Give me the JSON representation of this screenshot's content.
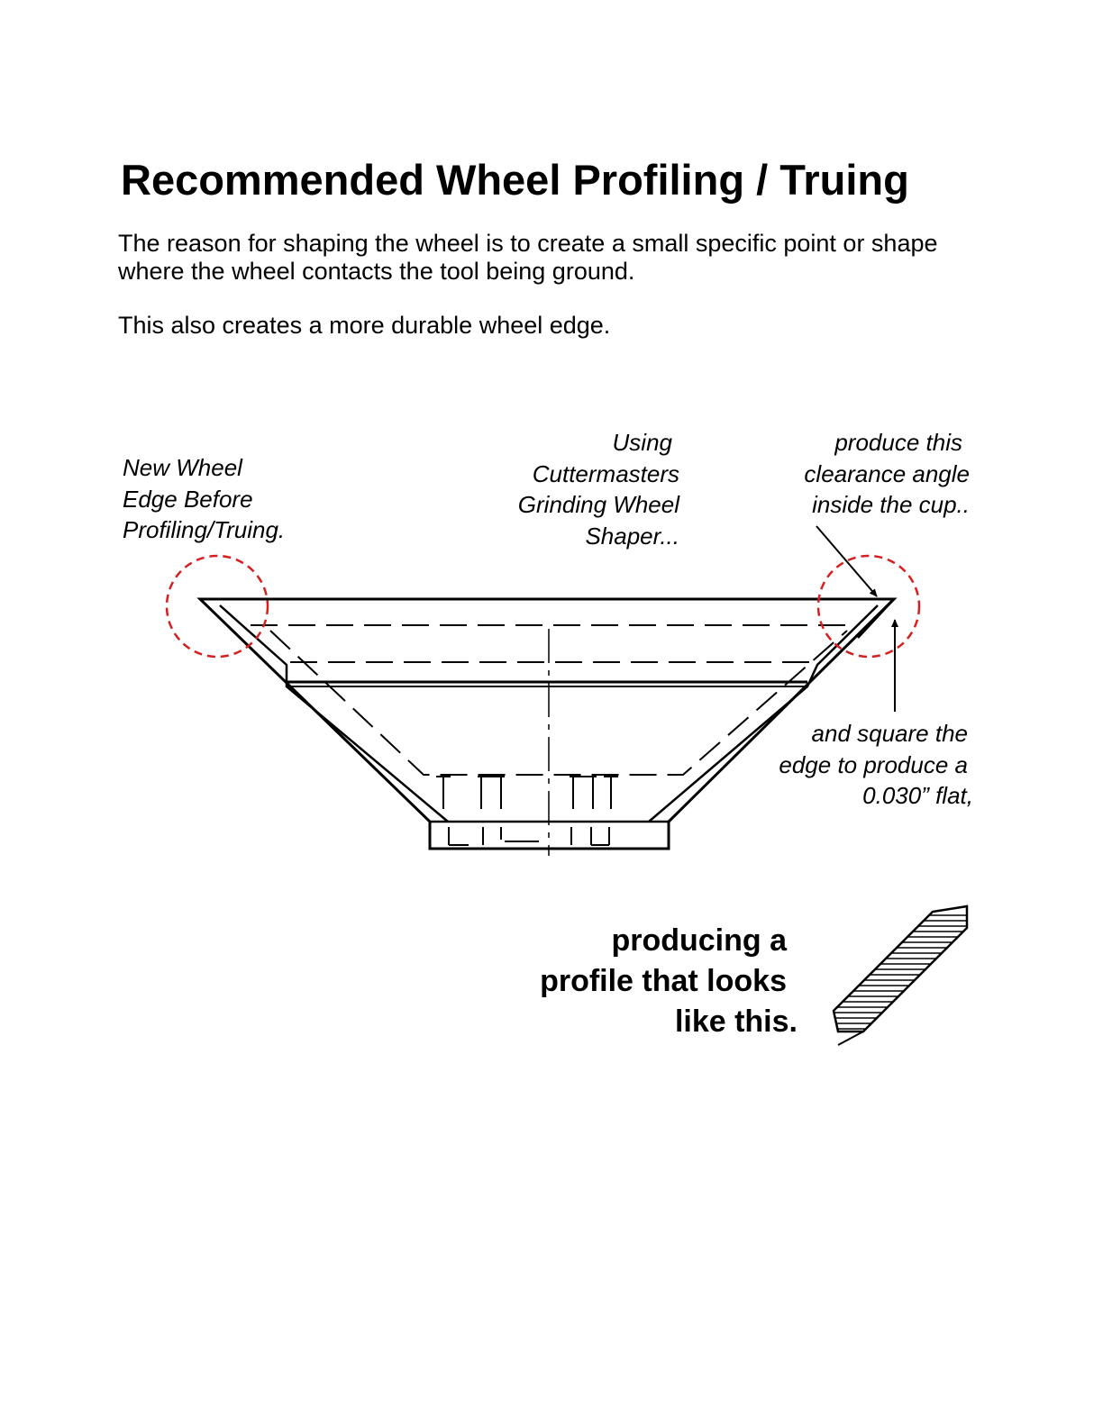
{
  "page": {
    "title": "Recommended Wheel Profiling / Truing",
    "paragraphs": [
      "The reason for shaping the wheel is to create a small specific point or shape where the wheel contacts the tool being ground.",
      "This also creates a more durable wheel edge."
    ]
  },
  "diagram": {
    "labels": {
      "new_wheel": [
        "New Wheel",
        "Edge Before",
        "Profiling/Truing."
      ],
      "using_shaper": [
        "Using",
        "Cuttermasters",
        "Grinding Wheel",
        "Shaper..."
      ],
      "clearance": [
        "produce this",
        "clearance angle",
        "inside the cup.."
      ],
      "square_edge": [
        "and square the",
        "edge to produce a",
        "0.030” flat,"
      ],
      "profile_result": [
        "producing a",
        "profile that looks",
        "like this."
      ]
    },
    "colors": {
      "line": "#000000",
      "highlight_circle": "#d42020"
    }
  }
}
